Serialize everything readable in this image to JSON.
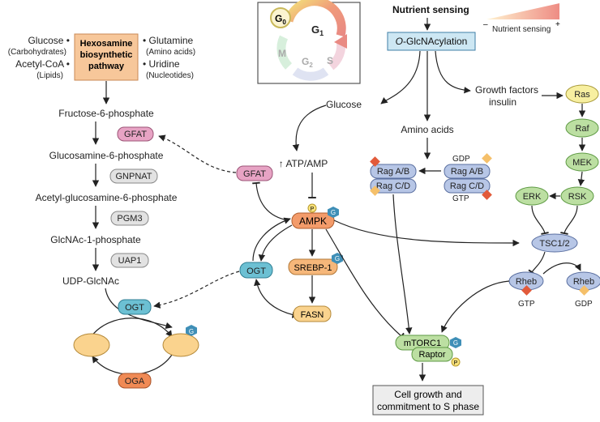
{
  "cycle": {
    "g0": "G",
    "g0_sub": "0",
    "g1": "G",
    "g1_sub": "1",
    "g2": "G",
    "g2_sub": "2",
    "m": "M",
    "s": "S"
  },
  "header": {
    "nutrient_sensing": "Nutrient sensing",
    "legend_label": "Nutrient sensing",
    "legend_minus": "–",
    "legend_plus": "+"
  },
  "hbp": {
    "box_line1": "Hexosamine",
    "box_line2": "biosynthetic",
    "box_line3": "pathway",
    "glucose": "Glucose •",
    "glucose_sub": "(Carbohydrates)",
    "acetyl": "Acetyl-CoA •",
    "acetyl_sub": "(Lipids)",
    "glutamine": "• Glutamine",
    "glutamine_sub": "(Amino acids)",
    "uridine": "• Uridine",
    "uridine_sub": "(Nucleotides)"
  },
  "metabolites": {
    "f6p": "Fructose-6-phosphate",
    "g6p": "Glucosamine-6-phosphate",
    "ag6p": "Acetyl-glucosamine-6-phosphate",
    "g1p": "GlcNAc-1-phosphate",
    "udp": "UDP-GlcNAc"
  },
  "enzymes": {
    "gfat": "GFAT",
    "gnpnat": "GNPNAT",
    "pgm3": "PGM3",
    "uap1": "UAP1",
    "ogt": "OGT",
    "oga": "OGA"
  },
  "center": {
    "glcnacylation_italic": "O",
    "glcnacylation_rest": "-GlcNAcylation",
    "glucose": "Glucose",
    "amino_acids": "Amino acids",
    "growth_line1": "Growth factors",
    "growth_line2": "insulin",
    "atp_amp": "↑ ATP/AMP",
    "gfat": "GFAT",
    "ampk": "AMPK",
    "ogt": "OGT",
    "srebp": "SREBP-1",
    "fasn": "FASN",
    "p": "P",
    "g": "G"
  },
  "rag": {
    "rag_ab": "Rag A/B",
    "rag_cd": "Rag C/D",
    "gdp": "GDP",
    "gtp": "GTP"
  },
  "signaling": {
    "ras": "Ras",
    "raf": "Raf",
    "mek": "MEK",
    "erk": "ERK",
    "rsk": "RSK",
    "tsc": "TSC1/2",
    "rheb": "Rheb",
    "gtp": "GTP",
    "gdp": "GDP"
  },
  "mtorc": {
    "mtorc1": "mTORC1",
    "raptor": "Raptor",
    "outcome_line1": "Cell growth and",
    "outcome_line2": "commitment to S phase"
  },
  "colors": {
    "hbp_box": "#F7C79A",
    "pink_enzyme": "#E7A3C4",
    "grey_enzyme": "#E2E2E2",
    "ogt": "#6CC0D3",
    "oga": "#F08A55",
    "ampk": "#F39B6A",
    "srebp": "#F6B77A",
    "fasn": "#FAD38E",
    "rag": "#B7C6E6",
    "ras": "#F7EFA0",
    "green": "#BCDFA2",
    "glcnac_box": "#CDE7F3",
    "outcome_box": "#EDEDED",
    "hexagon": "#3F8FB7",
    "p_circle": "#F8E27C",
    "diamond_red": "#E25A3A",
    "diamond_orange": "#F5C06A"
  }
}
